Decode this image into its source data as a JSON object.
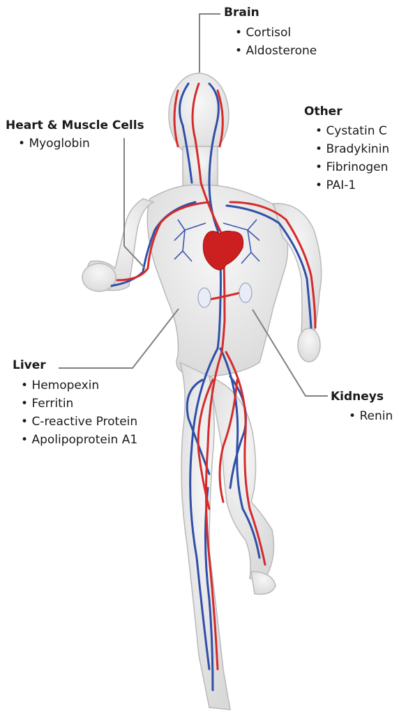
{
  "colors": {
    "artery": "#d42b2b",
    "vein": "#2f4fa8",
    "body_fill": "#ececec",
    "body_outline": "#b9b9b9",
    "heart": "#cc1f1f",
    "leader_line": "#808080",
    "text": "#1a1a1a"
  },
  "labels": {
    "brain": {
      "heading": "Brain",
      "items": [
        "Cortisol",
        "Aldosterone"
      ]
    },
    "other": {
      "heading": "Other",
      "items": [
        "Cystatin C",
        "Bradykinin",
        "Fibrinogen",
        "PAI-1"
      ]
    },
    "heart_muscle": {
      "heading": "Heart & Muscle Cells",
      "items": [
        "Myoglobin"
      ]
    },
    "liver": {
      "heading": "Liver",
      "items": [
        "Hemopexin",
        "Ferritin",
        "C-reactive Protein",
        "Apolipoprotein A1"
      ]
    },
    "kidneys": {
      "heading": "Kidneys",
      "items": [
        "Renin"
      ]
    }
  }
}
